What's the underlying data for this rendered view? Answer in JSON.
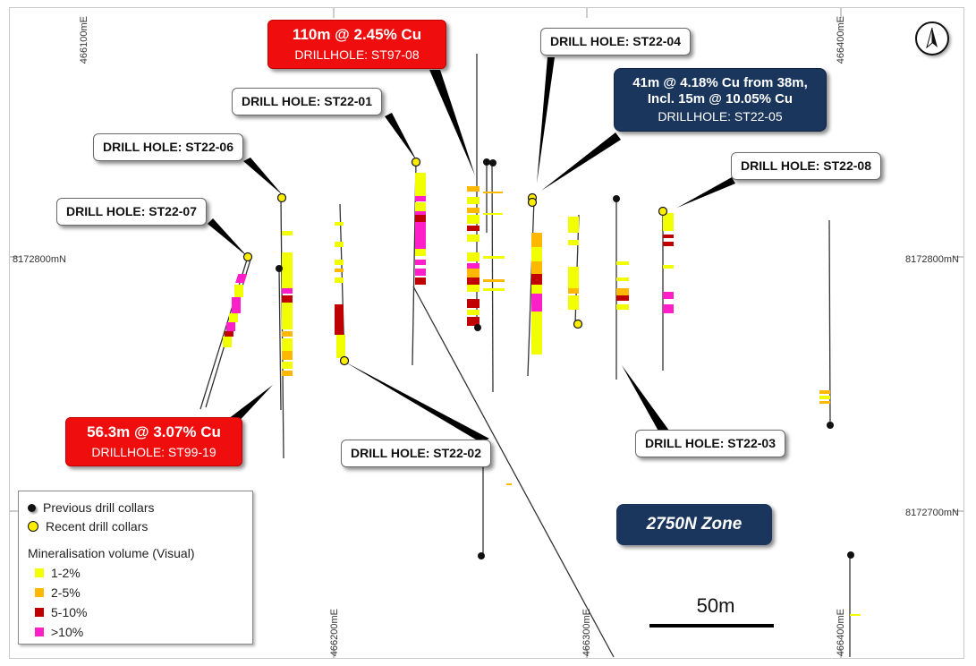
{
  "coords": {
    "e_466100": "466100mE",
    "e_466200": "466200mE",
    "e_466300": "466300mE",
    "e_466400": "466400mE",
    "n_8172800_left": "8172800mN",
    "n_8172800_right": "8172800mN",
    "n_8172700_right": "8172700mN"
  },
  "callouts": {
    "st97_08": {
      "line1": "110m @ 2.45% Cu",
      "line2": "DRILLHOLE: ST97-08"
    },
    "st22_04": "DRILL HOLE: ST22-04",
    "st22_05": {
      "line1": "41m @ 4.18% Cu from 38m,",
      "line2": "Incl. 15m @ 10.05% Cu",
      "line3": "DRILLHOLE: ST22-05"
    },
    "st22_01": "DRILL HOLE: ST22-01",
    "st22_06": "DRILL HOLE: ST22-06",
    "st22_08": "DRILL HOLE: ST22-08",
    "st22_07": "DRILL HOLE: ST22-07",
    "st99_19": {
      "line1": "56.3m @ 3.07% Cu",
      "line2": "DRILLHOLE: ST99-19"
    },
    "st22_02": "DRILL HOLE: ST22-02",
    "st22_03": "DRILL HOLE: ST22-03"
  },
  "zone_label": "2750N Zone",
  "scale_label": "50m",
  "legend": {
    "previous_collars": "Previous drill collars",
    "recent_collars": "Recent drill collars",
    "title": "Mineralisation volume (Visual)",
    "classes": [
      {
        "label": "1-2%",
        "color": "#f2ff00"
      },
      {
        "label": "2-5%",
        "color": "#ffb800"
      },
      {
        "label": "5-10%",
        "color": "#c00000"
      },
      {
        "label": ">10%",
        "color": "#ff1fc8"
      }
    ]
  },
  "icons": {
    "north_arrow": "north-arrow-icon"
  }
}
